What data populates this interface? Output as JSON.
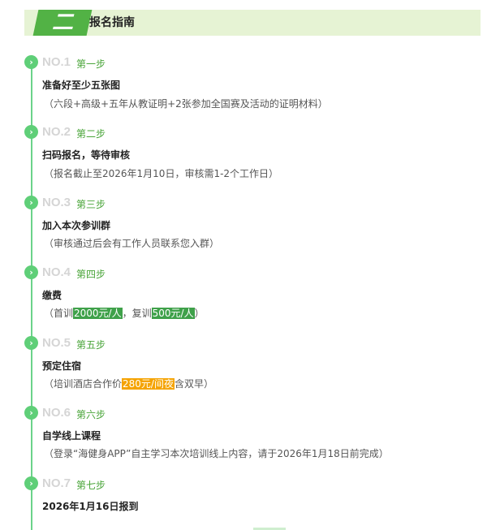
{
  "header": {
    "number": "二",
    "title": "报名指南"
  },
  "steps": [
    {
      "no": "NO.1",
      "name": "第一步",
      "main": "准备好至少五张图",
      "sub": "（六段+高级+五年从教证明+2张参加全国赛及活动的证明材料）"
    },
    {
      "no": "NO.2",
      "name": "第二步",
      "main": "扫码报名，等待审核",
      "sub": "（报名截止至2026年1月10日，审核需1-2个工作日）"
    },
    {
      "no": "NO.3",
      "name": "第三步",
      "main": "加入本次参训群",
      "sub": "（审核通过后会有工作人员联系您入群）"
    },
    {
      "no": "NO.4",
      "name": "第四步",
      "main": "缴费",
      "sub_parts": {
        "a": "（首训",
        "b": "2000元/人",
        "c": "，复训",
        "d": "500元/人",
        "e": "）"
      }
    },
    {
      "no": "NO.5",
      "name": "第五步",
      "main": "预定住宿",
      "sub_parts": {
        "a": "（培训酒店合作价",
        "b": "280元/间夜",
        "c": "含双早）"
      }
    },
    {
      "no": "NO.6",
      "name": "第六步",
      "main": "自学线上课程",
      "sub": "（登录“海健身APP”自主学习本次培训线上内容，请于2026年1月18日前完成）"
    },
    {
      "no": "NO.7",
      "name": "第七步",
      "main": "2026年1月16日报到"
    }
  ],
  "icons": {
    "step_marker": "chevron-right-icon"
  },
  "colors": {
    "accent_green": "#52b245",
    "highlight_green": "#3fa14a",
    "highlight_orange": "#f5a300"
  }
}
